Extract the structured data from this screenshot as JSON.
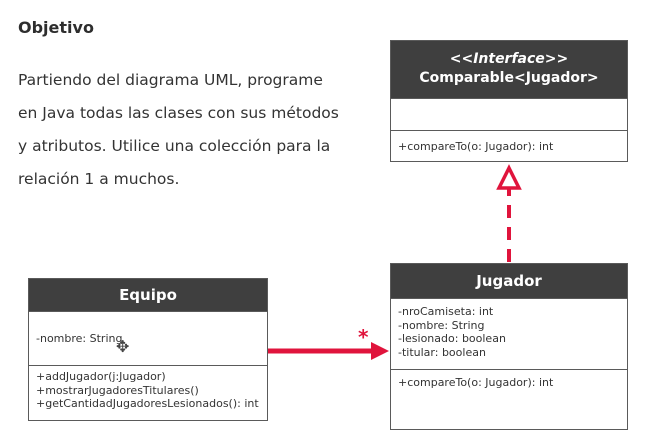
{
  "heading": "Objetivo",
  "paragraph": [
    "Partiendo del diagrama UML, programe",
    "en Java todas las clases con sus métodos",
    "y atributos. Utilice una colección para la",
    "relación 1 a muchos."
  ],
  "classes": {
    "comparable": {
      "stereotype": "<<Interface>>",
      "name": "Comparable<Jugador>",
      "attributes": [],
      "methods": [
        "+compareTo(o: Jugador): int"
      ]
    },
    "jugador": {
      "name": "Jugador",
      "attributes": [
        "-nroCamiseta: int",
        "-nombre: String",
        "-lesionado: boolean",
        "-titular: boolean"
      ],
      "methods": [
        "+compareTo(o: Jugador): int"
      ]
    },
    "equipo": {
      "name": "Equipo",
      "attributes": [
        "-nombre: String"
      ],
      "methods": [
        "+addJugador(j:Jugador)",
        "+mostrarJugadoresTitulares()",
        "+getCantidadJugadoresLesionados(): int"
      ]
    }
  },
  "association": {
    "multiplicity": "*"
  },
  "colors": {
    "header_bg": "#3f3f3f",
    "arrow": "#e0143c"
  },
  "icons": {
    "cursor": "move-cursor-icon"
  }
}
